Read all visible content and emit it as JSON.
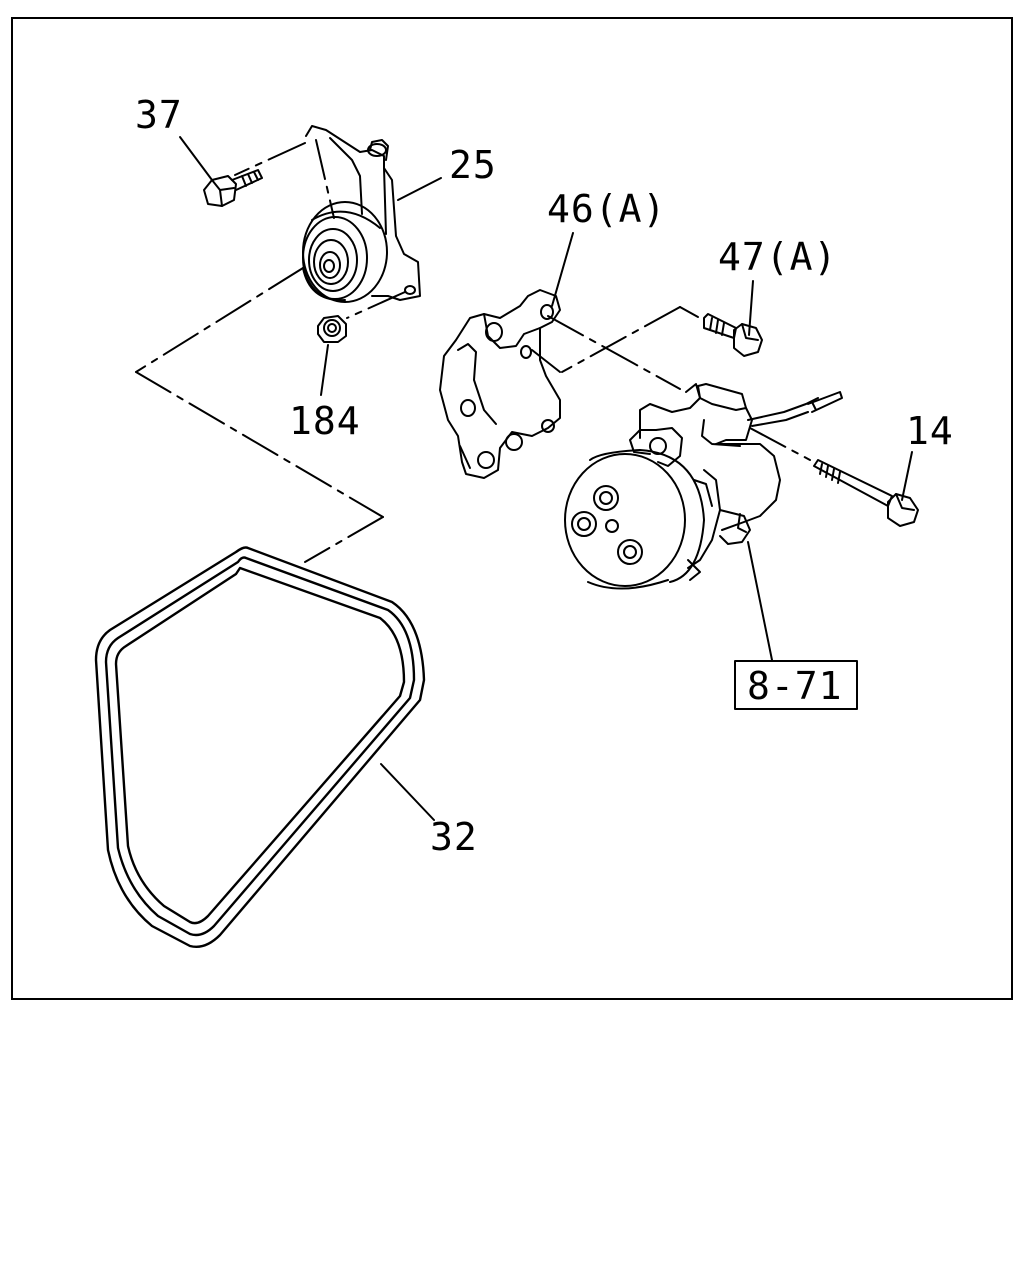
{
  "callouts": {
    "bolt_37": "37",
    "bracket_25": "25",
    "bracket_46": "46(A)",
    "bolt_47": "47(A)",
    "nut_184": "184",
    "bolt_14": "14",
    "compressor_ref": "8-71",
    "belt_32": "32"
  },
  "colors": {
    "line": "#000000",
    "background": "#ffffff"
  }
}
